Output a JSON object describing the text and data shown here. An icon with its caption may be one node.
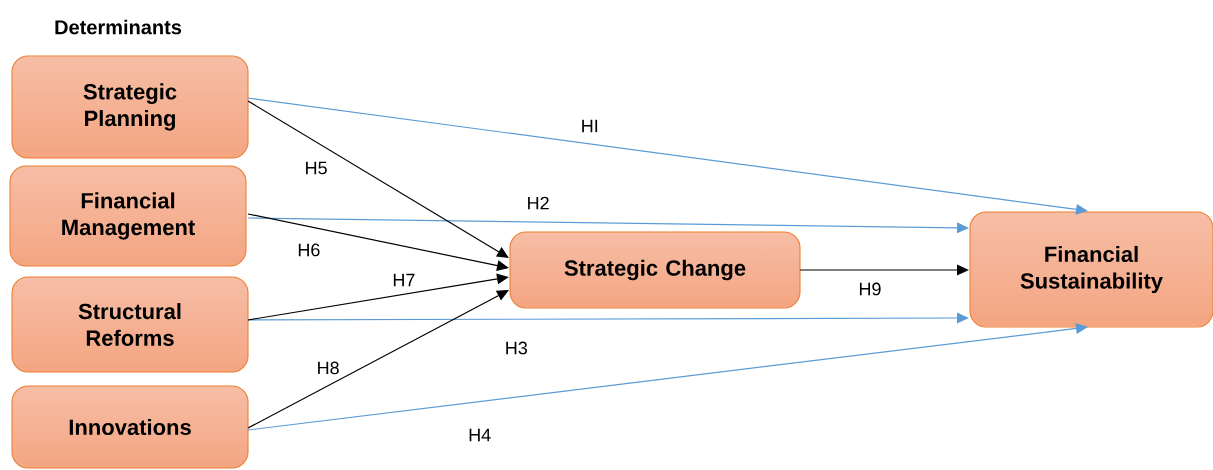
{
  "diagram": {
    "nodes": [
      {
        "text": [
          "Strategic Planning"
        ]
      },
      {
        "text": [
          "Financial Management"
        ]
      },
      {
        "text": [
          "Structural Reforms"
        ]
      },
      {
        "text": [
          "Innovations"
        ]
      },
      {
        "text": [
          "Strategic Change"
        ]
      },
      {
        "text": [
          "Financial Sustainability"
        ]
      }
    ],
    "edges": [
      {
        "from": 0,
        "to": 5,
        "arrow": "to",
        "label": "HI",
        "color": "#5b9bd5"
      },
      {
        "from": 1,
        "to": 5,
        "arrow": "to",
        "label": "H2",
        "color": "#5b9bd5"
      },
      {
        "from": 2,
        "to": 5,
        "arrow": "to",
        "label": "H3",
        "color": "#5b9bd5"
      },
      {
        "from": 3,
        "to": 5,
        "arrow": "to",
        "label": "H4",
        "color": "#5b9bd5"
      },
      {
        "from": 0,
        "to": 4,
        "arrow": "to",
        "label": "H5"
      },
      {
        "from": 1,
        "to": 4,
        "arrow": "to",
        "label": "H6"
      },
      {
        "from": 2,
        "to": 4,
        "arrow": "to",
        "label": "H7"
      },
      {
        "from": 3,
        "to": 4,
        "arrow": "to",
        "label": "H8"
      },
      {
        "from": 4,
        "to": 5,
        "arrow": "to",
        "label": "H9"
      }
    ],
    "labels": [
      "Determinants"
    ]
  }
}
